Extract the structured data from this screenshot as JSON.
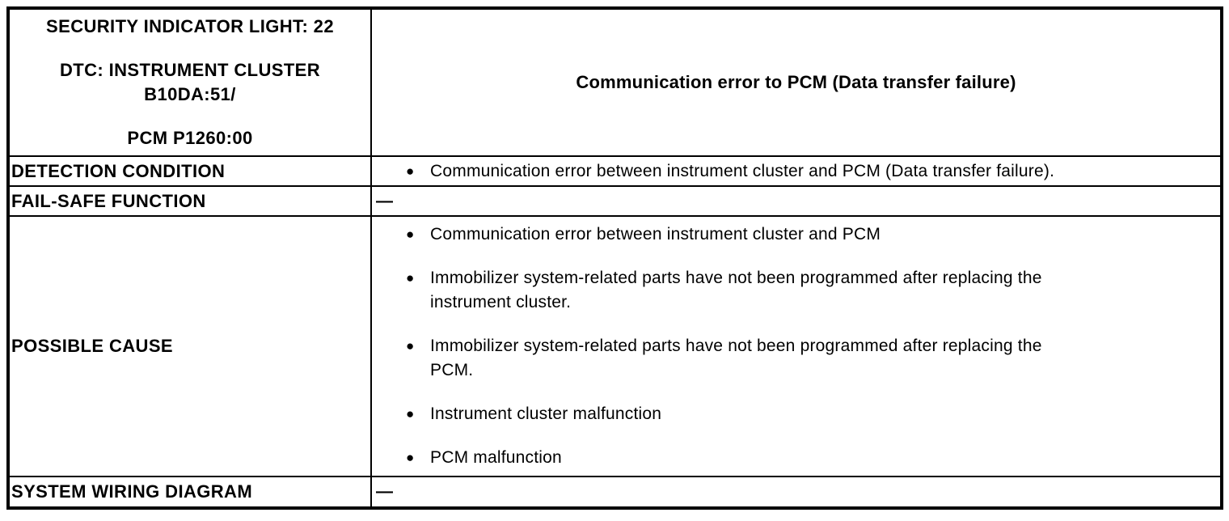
{
  "page": {
    "background_color": "#ffffff",
    "border_color": "#000000"
  },
  "header": {
    "security_indicator": "SECURITY INDICATOR LIGHT: 22",
    "dtc_line": "DTC: INSTRUMENT CLUSTER\nB10DA:51/",
    "pcm_line": "PCM P1260:00",
    "description": "Communication error to PCM (Data transfer failure)"
  },
  "rows": [
    {
      "label": "DETECTION CONDITION",
      "items": [
        "Communication error between instrument cluster and PCM (Data transfer failure)."
      ]
    },
    {
      "label": "FAIL-SAFE FUNCTION",
      "value": "—"
    },
    {
      "label": "POSSIBLE CAUSE",
      "items": [
        "Communication error between instrument cluster and PCM",
        "Immobilizer system-related parts have not been programmed after replacing the\ninstrument cluster.",
        "Immobilizer system-related parts have not been programmed after replacing the\nPCM.",
        "Instrument cluster malfunction",
        "PCM malfunction"
      ]
    },
    {
      "label": "SYSTEM WIRING DIAGRAM",
      "value": "—"
    }
  ],
  "ui": {
    "bullet_glyph": "●"
  }
}
